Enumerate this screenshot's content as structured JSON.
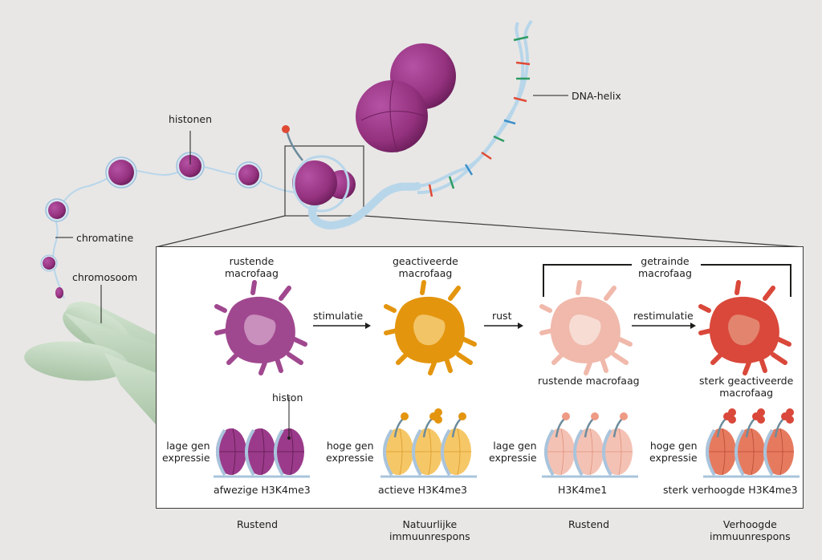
{
  "top_labels": {
    "histones": "histonen",
    "chromatin": "chromatine",
    "chromosome": "chromosoom",
    "dna_helix": "DNA-helix"
  },
  "colors": {
    "background": "#e8e7e6",
    "histone_purple": "#9b3a8a",
    "dna_blue": "#b8d6ea",
    "chromosome_green": "#c5d9c3",
    "resting_purple": "#a0488f",
    "activated_orange": "#e4950e",
    "rested_pink": "#f0b9ab",
    "strong_red": "#d9483a",
    "marker_red": "#e04a35"
  },
  "panel": {
    "stages": [
      {
        "cell_label": "rustende\nmacrofaag",
        "gene_label": "lage gen\nexpressie",
        "mark_label": "afwezige H3K4me3",
        "state_label": "Rustend"
      },
      {
        "cell_label": "geactiveerde\nmacrofaag",
        "gene_label": "hoge gen\nexpressie",
        "mark_label": "actieve H3K4me3",
        "state_label": "Natuurlijke\nimmuunrespons"
      },
      {
        "cell_label": "rustende macrofaag",
        "gene_label": "lage gen\nexpressie",
        "mark_label": "H3K4me1",
        "state_label": "Rustend"
      },
      {
        "cell_label": "sterk geactiveerde\nmacrofaag",
        "gene_label": "hoge gen\nexpressie",
        "mark_label": "sterk verhoogde H3K4me3",
        "state_label": "Verhoogde\nimmuunrespons"
      }
    ],
    "arrows": [
      "stimulatie",
      "rust",
      "restimulatie"
    ],
    "bracket_label": "getrainde\nmacrofaag",
    "histone_label": "histon"
  }
}
